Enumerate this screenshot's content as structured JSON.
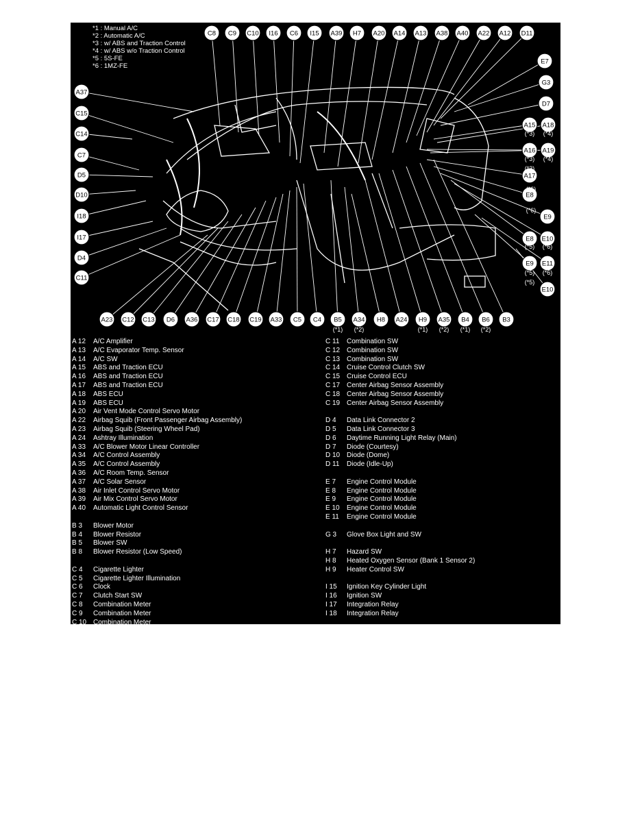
{
  "notes": [
    "*1 : Manual A/C",
    "*2 : Automatic A/C",
    "*3 : w/ ABS and Traction Control",
    "*4 : w/ ABS w/o Traction Control",
    "*5 : 5S-FE",
    "*6 : 1MZ-FE"
  ],
  "callouts_top": [
    "C8",
    "C9",
    "C10",
    "I16",
    "C6",
    "I15",
    "A39",
    "H7",
    "A20",
    "A14",
    "A13",
    "A38",
    "A40",
    "A22",
    "A12",
    "D11"
  ],
  "callouts_left": [
    "A37",
    "C15",
    "C14",
    "C7",
    "D5",
    "D10",
    "I18",
    "I17",
    "D4",
    "C11"
  ],
  "callouts_right": [
    "E7",
    "G3",
    "D7",
    "A15",
    "A18",
    "A16",
    "A19",
    "A17",
    "E8",
    "E9",
    "E8",
    "E10",
    "E9",
    "E11",
    "E10"
  ],
  "callouts_right_notes": [
    "(*3)",
    "(*4)",
    "(*3)",
    "(*4)",
    "(*3)",
    "(*6)",
    "(*6)",
    "(*5)",
    "(*6)",
    "(*5)",
    "(*6)",
    "(*5)"
  ],
  "callouts_bottom": [
    "A23",
    "C12",
    "C13",
    "D6",
    "A36",
    "C17",
    "C18",
    "C19",
    "A33",
    "C5",
    "C4",
    "B5",
    "A34",
    "H8",
    "A24",
    "H9",
    "A35",
    "B4",
    "B6",
    "B3"
  ],
  "callouts_bottom_notes": [
    "(*1)",
    "(*2)",
    "(*1)",
    "(*2)",
    "(*1)",
    "(*2)"
  ],
  "legend_left": [
    {
      "code": "A 12",
      "name": "A/C Amplifier"
    },
    {
      "code": "A 13",
      "name": "A/C Evaporator Temp. Sensor"
    },
    {
      "code": "A 14",
      "name": "A/C SW"
    },
    {
      "code": "A 15",
      "name": "ABS and Traction ECU"
    },
    {
      "code": "A 16",
      "name": "ABS and Traction ECU"
    },
    {
      "code": "A 17",
      "name": "ABS and Traction ECU"
    },
    {
      "code": "A 18",
      "name": "ABS ECU"
    },
    {
      "code": "A 19",
      "name": "ABS ECU"
    },
    {
      "code": "A 20",
      "name": "Air Vent Mode Control Servo Motor"
    },
    {
      "code": "A 22",
      "name": "Airbag Squib (Front Passenger Airbag Assembly)"
    },
    {
      "code": "A 23",
      "name": "Airbag Squib (Steering Wheel Pad)"
    },
    {
      "code": "A 24",
      "name": "Ashtray Illumination"
    },
    {
      "code": "A 33",
      "name": "A/C Blower Motor Linear Controller"
    },
    {
      "code": "A 34",
      "name": "A/C Control Assembly"
    },
    {
      "code": "A 35",
      "name": "A/C Control Assembly"
    },
    {
      "code": "A 36",
      "name": "A/C Room Temp. Sensor"
    },
    {
      "code": "A 37",
      "name": "A/C Solar Sensor"
    },
    {
      "code": "A 38",
      "name": "Air Inlet Control Servo Motor"
    },
    {
      "code": "A 39",
      "name": "Air Mix Control Servo Motor"
    },
    {
      "code": "A 40",
      "name": "Automatic Light Control Sensor"
    },
    {
      "code": "",
      "name": ""
    },
    {
      "code": "B 3",
      "name": "Blower Motor"
    },
    {
      "code": "B 4",
      "name": "Blower Resistor"
    },
    {
      "code": "B 5",
      "name": "Blower SW"
    },
    {
      "code": "B 8",
      "name": "Blower Resistor (Low Speed)"
    },
    {
      "code": "",
      "name": ""
    },
    {
      "code": "C 4",
      "name": "Cigarette Lighter"
    },
    {
      "code": "C 5",
      "name": "Cigarette Lighter Illumination"
    },
    {
      "code": "C 6",
      "name": "Clock"
    },
    {
      "code": "C 7",
      "name": "Clutch Start SW"
    },
    {
      "code": "C 8",
      "name": "Combination Meter"
    },
    {
      "code": "C 9",
      "name": "Combination Meter"
    },
    {
      "code": "C 10",
      "name": "Combination Meter"
    }
  ],
  "legend_right": [
    {
      "code": "C 11",
      "name": "Combination SW"
    },
    {
      "code": "C 12",
      "name": "Combination SW"
    },
    {
      "code": "C 13",
      "name": "Combination SW"
    },
    {
      "code": "C 14",
      "name": "Cruise Control Clutch SW"
    },
    {
      "code": "C 15",
      "name": "Cruise Control ECU"
    },
    {
      "code": "C 17",
      "name": "Center Airbag Sensor Assembly"
    },
    {
      "code": "C 18",
      "name": "Center Airbag Sensor Assembly"
    },
    {
      "code": "C 19",
      "name": "Center Airbag Sensor Assembly"
    },
    {
      "code": "",
      "name": ""
    },
    {
      "code": "D 4",
      "name": "Data Link Connector 2"
    },
    {
      "code": "D 5",
      "name": "Data Link Connector 3"
    },
    {
      "code": "D 6",
      "name": "Daytime Running Light Relay (Main)"
    },
    {
      "code": "D 7",
      "name": "Diode (Courtesy)"
    },
    {
      "code": "D 10",
      "name": "Diode (Dome)"
    },
    {
      "code": "D 11",
      "name": "Diode (Idle-Up)"
    },
    {
      "code": "",
      "name": ""
    },
    {
      "code": "E 7",
      "name": "Engine Control Module"
    },
    {
      "code": "E 8",
      "name": "Engine Control Module"
    },
    {
      "code": "E 9",
      "name": "Engine Control Module"
    },
    {
      "code": "E 10",
      "name": "Engine Control Module"
    },
    {
      "code": "E 11",
      "name": "Engine Control Module"
    },
    {
      "code": "",
      "name": ""
    },
    {
      "code": "G 3",
      "name": "Glove Box Light and SW"
    },
    {
      "code": "",
      "name": ""
    },
    {
      "code": "H 7",
      "name": "Hazard SW"
    },
    {
      "code": "H 8",
      "name": "Heated Oxygen Sensor (Bank 1 Sensor 2)"
    },
    {
      "code": "H 9",
      "name": "Heater Control SW"
    },
    {
      "code": "",
      "name": ""
    },
    {
      "code": "I 15",
      "name": "Ignition Key Cylinder Light"
    },
    {
      "code": "I 16",
      "name": "Ignition SW"
    },
    {
      "code": "I 17",
      "name": "Integration Relay"
    },
    {
      "code": "I 18",
      "name": "Integration Relay"
    }
  ],
  "colors": {
    "background": "#000000",
    "ink": "#ffffff",
    "page": "#ffffff"
  }
}
